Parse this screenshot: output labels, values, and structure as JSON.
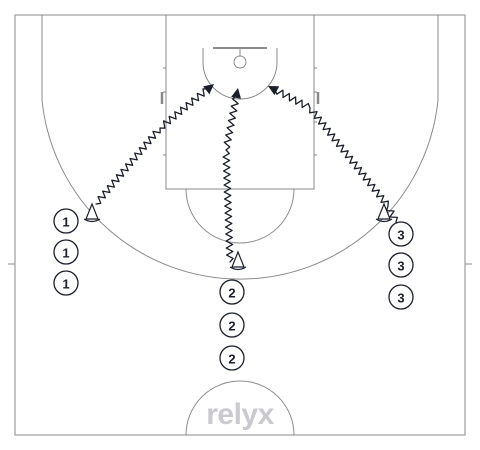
{
  "logo": {
    "text": "relyx",
    "color": "#c9c9cf"
  },
  "colors": {
    "court_lines": "#8a8a8a",
    "ink": "#1b1f2a",
    "background": "#ffffff"
  },
  "lines": [
    {
      "id": "line-1",
      "players": [
        "1",
        "1",
        "1"
      ]
    },
    {
      "id": "line-2",
      "players": [
        "2",
        "2",
        "2"
      ]
    },
    {
      "id": "line-3",
      "players": [
        "3",
        "3",
        "3"
      ]
    }
  ],
  "cones": 3,
  "legend_icons": [
    "cone-icon",
    "player-circle-icon",
    "dribble-arrow-icon"
  ]
}
